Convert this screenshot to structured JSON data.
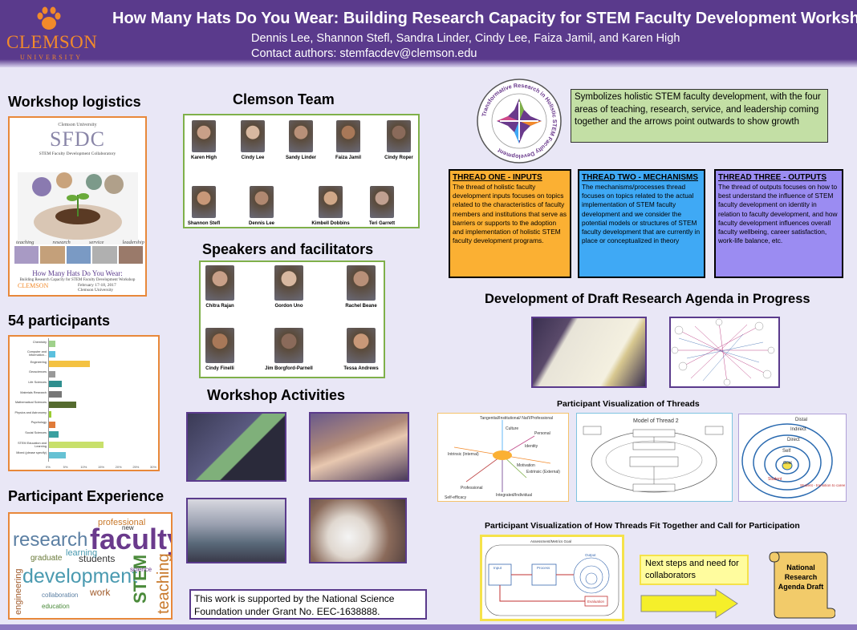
{
  "header": {
    "title": "How Many Hats Do You Wear: Building Research Capacity for STEM Faculty Development Workshop",
    "authors": "Dennis Lee, Shannon Stefl,  Sandra Linder, Cindy Lee, Faiza Jamil, and Karen High",
    "contact": "Contact authors: stemfacdev@clemson.edu",
    "logo_word": "CLEMSON",
    "logo_sub": "UNIVERSITY"
  },
  "logistics": {
    "heading": "Workshop logistics",
    "flyer": {
      "top_line": "Clemson University",
      "acronym": "SFDC",
      "subtitle": "STEM Faculty Development Collaboratory",
      "words": [
        "teaching",
        "research",
        "service",
        "leadership"
      ],
      "event_title": "How Many Hats Do You Wear:",
      "event_sub": "Building Research Capacity for STEM Faculty Development Workshop",
      "date": "February 17-18, 2017",
      "place": "Clemson University",
      "clemson": "CLEMSON"
    }
  },
  "participants": {
    "heading": "54 participants"
  },
  "chart_data": {
    "type": "bar",
    "orientation": "horizontal",
    "categories": [
      "Chemistry",
      "Computer and Information...",
      "Engineering",
      "Geosciences",
      "Life Sciences",
      "Materials Research",
      "Mathematical Sciences",
      "Physics and Astronomy",
      "Psychology",
      "Social Sciences",
      "STEM Education and Learning",
      "Mixed (please specify)"
    ],
    "values": [
      0.02,
      0.02,
      0.12,
      0.02,
      0.04,
      0.04,
      0.08,
      0.01,
      0.02,
      0.03,
      0.16,
      0.05
    ],
    "xlim": [
      0,
      0.3
    ],
    "ticks": [
      "0%",
      "5%",
      "10%",
      "15%",
      "20%",
      "25%",
      "30%"
    ],
    "colors": [
      "#9fd18b",
      "#5bc0de",
      "#f4c242",
      "#999999",
      "#2f8f8f",
      "#777777",
      "#556b2f",
      "#9acd32",
      "#e07b39",
      "#3aa0a0",
      "#c8e06b",
      "#66c2d4"
    ]
  },
  "experience": {
    "heading": "Participant Experience",
    "words": [
      "research",
      "faculty",
      "development",
      "STEM",
      "teaching",
      "engineering",
      "professional",
      "students",
      "learning",
      "graduate",
      "work",
      "collaboration",
      "science",
      "education",
      "new"
    ]
  },
  "team": {
    "heading": "Clemson Team",
    "members": [
      "Karen High",
      "Cindy Lee",
      "Sandy Linder",
      "Faiza Jamil",
      "Cindy Roper",
      "Shannon Stefl",
      "Dennis Lee",
      "Kimbell Dobbins",
      "Teri Garrett"
    ]
  },
  "speakers": {
    "heading": "Speakers and facilitators",
    "members": [
      "Chitra Rajan",
      "Gordon Uno",
      "Rachel Beane",
      "Cindy Finelli",
      "Jim Borgford-Parnell",
      "Tessa Andrews"
    ]
  },
  "activities": {
    "heading": "Workshop Activities"
  },
  "nsf": {
    "text": "This work is supported by the National Science Foundation under Grant No. EEC-1638888."
  },
  "emblem": {
    "ring_text": "Transformative Research in Holistic STEM Faculty Development",
    "symbol_description": "Symbolizes holistic STEM faculty development, with the four areas of teaching, research, service, and leadership coming together and the arrows point outwards to show growth"
  },
  "threads": [
    {
      "title": "THREAD ONE - INPUTS",
      "body": "The thread of holistic faculty development inputs focuses on topics related to the characteristics of faculty members and institutions that serve as barriers or supports to the adoption and implementation of holistic STEM faculty development programs.",
      "color": "#fbb033"
    },
    {
      "title": "THREAD TWO - MECHANISMS",
      "body": "The mechanisms/processes thread focuses on topics related to the actual implementation of STEM faculty development and we consider the potential models or structures of STEM faculty development that are currently in place or conceptualized in theory",
      "color": "#3fa9f5"
    },
    {
      "title": "THREAD THREE - OUTPUTS",
      "body": "The thread of outputs focuses on how to best understand the influence of STEM faculty development on identity in relation to faculty development, and how faculty development influences overall faculty wellbeing, career satisfaction, work-life balance, etc.",
      "color": "#9b8cf2"
    }
  ],
  "agenda": {
    "heading": "Development of Draft Research Agenda in Progress"
  },
  "visualization": {
    "heading": "Participant Visualization of Threads",
    "diagram1_labels": [
      "Tangential/Institutional/ Nat'l/Professional",
      "Culture",
      "Personal",
      "Identity",
      "Intrinsic (Internal)",
      "Motivation",
      "Extrinsic (External)",
      "Professional",
      "Integrated/Individual",
      "Self-efficacy"
    ],
    "diagram2_title": "Model of Thread 2",
    "diagram3_labels": [
      "Distal",
      "Indirect",
      "Direct",
      "Self",
      "Goal",
      "Student",
      "Student - transition to careers"
    ]
  },
  "fit": {
    "heading": "Participant Visualization of How Threads Fit Together and Call for Participation",
    "flow_labels": [
      "Assessment/Metrics Goal",
      "Input",
      "Process",
      "Output",
      "Evaluation"
    ],
    "next_steps": "Next steps and need for collaborators",
    "scroll": "National Research Agenda Draft"
  }
}
